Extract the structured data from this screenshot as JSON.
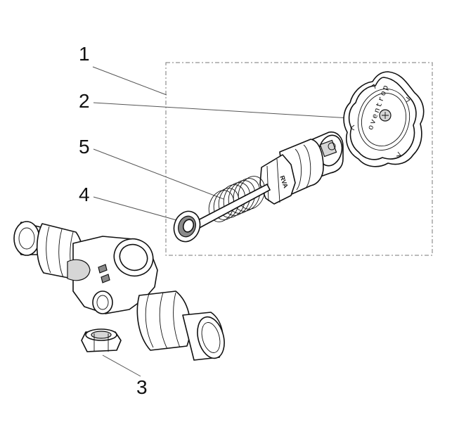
{
  "callouts": {
    "c1": "1",
    "c2": "2",
    "c3": "3",
    "c4": "4",
    "c5": "5"
  },
  "markings": {
    "handwheel_text": "oventrop",
    "bonnet_logo": "RVA"
  }
}
